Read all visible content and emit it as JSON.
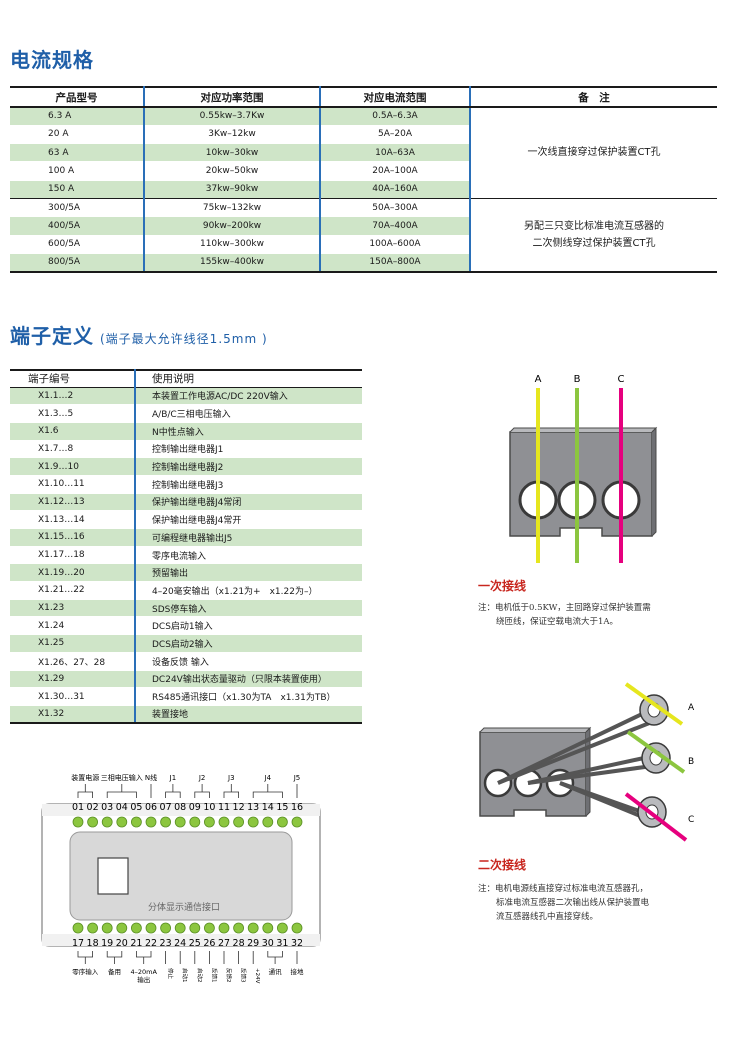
{
  "current_section": {
    "title": "电流规格",
    "headers": [
      "产品型号",
      "对应功率范围",
      "对应电流范围",
      "备　注"
    ],
    "rows": [
      [
        "6.3 A",
        "0.55kw–3.7Kw",
        "0.5A–6.3A"
      ],
      [
        "20 A",
        "3Kw–12kw",
        "5A–20A"
      ],
      [
        "63 A",
        "10kw–30kw",
        "10A–63A"
      ],
      [
        "100 A",
        "20kw–50kw",
        "20A–100A"
      ],
      [
        "150 A",
        "37kw–90kw",
        "40A–160A"
      ],
      [
        "300/5A",
        "75kw–132kw",
        "50A–300A"
      ],
      [
        "400/5A",
        "90kw–200kw",
        "70A–400A"
      ],
      [
        "600/5A",
        "110kw–300kw",
        "100A–600A"
      ],
      [
        "800/5A",
        "155kw–400kw",
        "150A–800A"
      ]
    ],
    "remark_group1": "一次线直接穿过保护装置CT孔",
    "remark_group2_line1": "另配三只变比标准电流互感器的",
    "remark_group2_line2": "二次侧线穿过保护装置CT孔"
  },
  "terminal_section": {
    "title": "端子定义",
    "subtitle": "(端子最大允许线径1.5mm )",
    "headers": [
      "端子编号",
      "使用说明"
    ],
    "rows": [
      [
        "X1.1…2",
        "本装置工作电源AC/DC 220V输入"
      ],
      [
        "X1.3…5",
        "A/B/C三相电压输入"
      ],
      [
        "X1.6",
        "N中性点输入"
      ],
      [
        "X1.7…8",
        "控制输出继电器J1"
      ],
      [
        "X1.9…10",
        "控制输出继电器J2"
      ],
      [
        "X1.10…11",
        "控制输出继电器J3"
      ],
      [
        "X1.12…13",
        "保护输出继电器J4常闭"
      ],
      [
        "X1.13…14",
        "保护输出继电器J4常开"
      ],
      [
        "X1.15…16",
        "可编程继电器输出J5"
      ],
      [
        "X1.17…18",
        "零序电流输入"
      ],
      [
        "X1.19…20",
        "预留输出"
      ],
      [
        "X1.21…22",
        "4–20毫安输出（x1.21为+　x1.22为–）"
      ],
      [
        "X1.23",
        "SDS停车输入"
      ],
      [
        "X1.24",
        "DCS启动1输入"
      ],
      [
        "X1.25",
        "DCS启动2输入"
      ],
      [
        "X1.26、27、28",
        "设备反馈 输入"
      ],
      [
        "X1.29",
        "DC24V输出状态量驱动（只限本装置使用）"
      ],
      [
        "X1.30…31",
        "RS485通讯接口（x1.30为TA　x1.31为TB）"
      ],
      [
        "X1.32",
        "装置接地"
      ]
    ]
  },
  "primary_wiring": {
    "phase_labels": [
      "A",
      "B",
      "C"
    ],
    "label": "一次接线",
    "note_line1": "注：电机低于0.5KW，主回路穿过保护装置需",
    "note_line2": "绕匝线，保证空载电流大于1A。"
  },
  "secondary_wiring": {
    "phase_labels": [
      "A",
      "B",
      "C"
    ],
    "label": "二次接线",
    "note_line1": "注：电机电源线直接穿过标准电流互感器孔，",
    "note_line2": "标准电流互感器二次输出线从保护装置电",
    "note_line3": "流互感器线孔中直接穿线。"
  },
  "device": {
    "top_group_labels": [
      "装置电源",
      "三相电压输入",
      "N线",
      "J1",
      "J2",
      "J3",
      "J4",
      "J5"
    ],
    "top_numbers": [
      "01",
      "02",
      "03",
      "04",
      "05",
      "06",
      "07",
      "08",
      "09",
      "10",
      "11",
      "12",
      "13",
      "14",
      "15",
      "16"
    ],
    "bottom_numbers": [
      "17",
      "18",
      "19",
      "20",
      "21",
      "22",
      "23",
      "24",
      "25",
      "26",
      "27",
      "28",
      "29",
      "30",
      "31",
      "32"
    ],
    "bottom_group_labels": [
      "零序输入",
      "备用",
      "4–20mA",
      "输出",
      "停止",
      "启动1",
      "启动2",
      "反馈1",
      "反馈2",
      "反馈3",
      "+24V",
      "通讯",
      "接地"
    ],
    "display_label": "分体显示通信接口"
  },
  "colors": {
    "title_blue": "#1f5fa8",
    "row_green": "#cfe5c8",
    "phase_a": "#e6e61e",
    "phase_b": "#8cc63f",
    "phase_c": "#e6007e",
    "label_red": "#c8261e"
  }
}
